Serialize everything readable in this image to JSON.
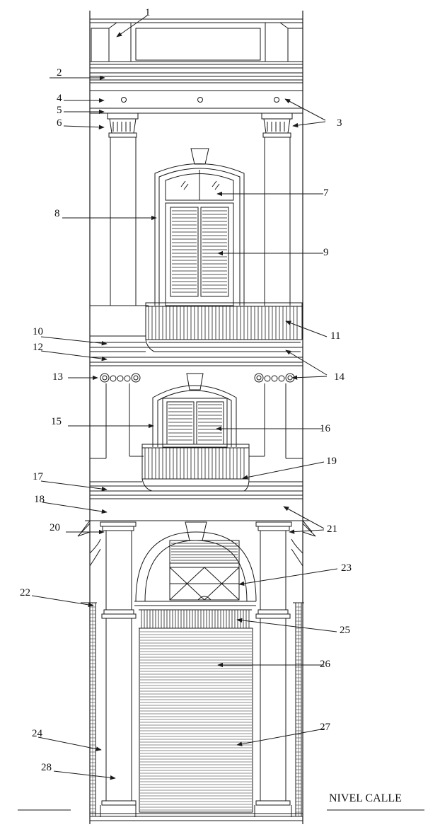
{
  "callouts": {
    "c1": "1",
    "c2": "2",
    "c3": "3",
    "c4": "4",
    "c5": "5",
    "c6": "6",
    "c7": "7",
    "c8": "8",
    "c9": "9",
    "c10": "10",
    "c11": "11",
    "c12": "12",
    "c13": "13",
    "c14": "14",
    "c15": "15",
    "c16": "16",
    "c17": "17",
    "c18": "18",
    "c19": "19",
    "c20": "20",
    "c21": "21",
    "c22": "22",
    "c23": "23",
    "c24": "24",
    "c25": "25",
    "c26": "26",
    "c27": "27",
    "c28": "28"
  },
  "ground_level_label": "NIVEL CALLE",
  "colors": {
    "line": "#1a1a1a",
    "background": "#ffffff"
  }
}
